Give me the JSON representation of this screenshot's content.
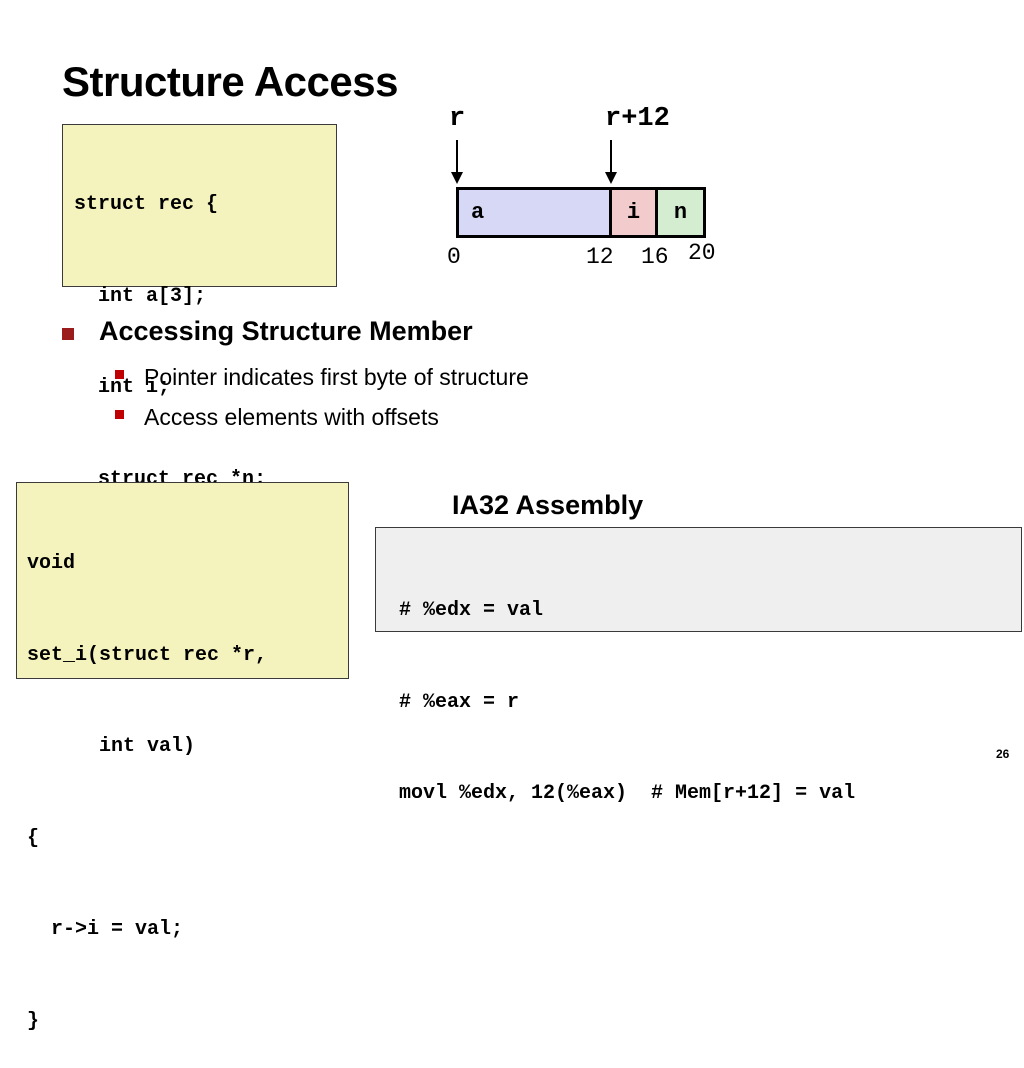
{
  "slide": {
    "title": "Structure Access",
    "page_number": "26"
  },
  "struct_code": [
    "struct rec {",
    "  int a[3];",
    "  int i;",
    "  struct rec *n;",
    "};"
  ],
  "memory_diagram": {
    "pointer_labels": {
      "base": "r",
      "offset": "r+12"
    },
    "cells": [
      {
        "label": "a",
        "color": "#d6d8f5"
      },
      {
        "label": "i",
        "color": "#f2cccc"
      },
      {
        "label": "n",
        "color": "#d4ecd0"
      }
    ],
    "offsets": [
      "0",
      "12",
      "16",
      "20"
    ]
  },
  "bullets": {
    "main": "Accessing Structure Member",
    "sub": [
      "Pointer indicates first byte of structure",
      "Access elements with offsets"
    ]
  },
  "function_code": [
    "void",
    "set_i(struct rec *r,",
    "      int val)",
    "{",
    "  r->i = val;",
    "}"
  ],
  "assembly": {
    "heading": "IA32 Assembly",
    "lines": [
      "# %edx = val",
      "# %eax = r",
      "movl %edx, 12(%eax)  # Mem[r+12] = val"
    ]
  },
  "colors": {
    "code_box_background": "#f5f3bd",
    "asm_box_background": "#efefef",
    "bullet_main": "#9b1c1c",
    "bullet_sub": "#c00000"
  }
}
